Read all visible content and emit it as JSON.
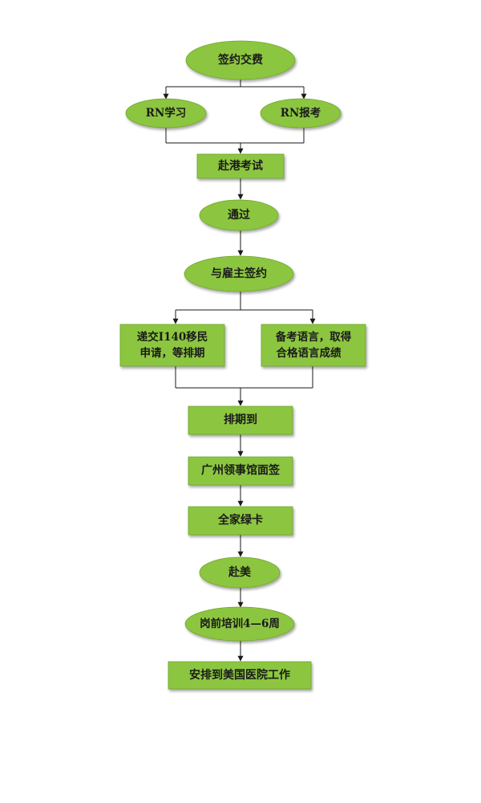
{
  "nodes": {
    "sign_pay": "签约交费",
    "rn_study": "RN学习",
    "rn_exam": "RN报考",
    "hk_exam": "赴港考试",
    "pass": "通过",
    "employer": "与雇主签约",
    "i140_line1": "递交I140移民",
    "i140_line2": "申请，等排期",
    "lang_line1": "备考语言，取得",
    "lang_line2": "合格语言成绩",
    "scheduled": "排期到",
    "interview": "广州领事馆面签",
    "greencard": "全家绿卡",
    "to_us": "赴美",
    "training": "岗前培训4—6周",
    "hospital": "安排到美国医院工作"
  },
  "colors": {
    "node_fill": "#8cc63f",
    "node_stroke": "#6fa52b",
    "edge": "#1a1a1a",
    "text": "#1a1a1a"
  }
}
